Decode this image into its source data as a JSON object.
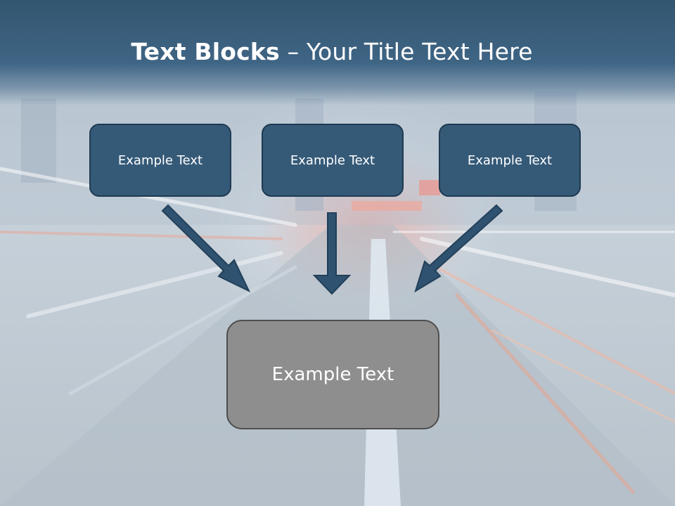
{
  "slide": {
    "title_strong": "Text Blocks",
    "title_rest": " – Your Title Text Here",
    "boxes": [
      {
        "label": "Example Text"
      },
      {
        "label": "Example Text"
      },
      {
        "label": "Example Text"
      }
    ],
    "target_box": {
      "label": "Example Text"
    },
    "colors": {
      "title_band": "#3f6585",
      "box_fill": "#355a78",
      "box_border": "#1f3a52",
      "target_fill": "#8e8e8e",
      "target_border": "#4e4e4e",
      "arrow": "#2f5270"
    }
  }
}
